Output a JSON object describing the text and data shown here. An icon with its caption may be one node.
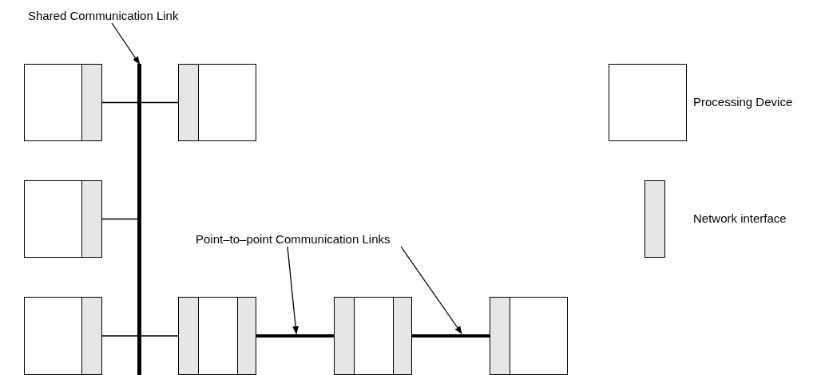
{
  "diagram": {
    "nodes": [
      {
        "text": [
          "Shared Communication Link"
        ]
      },
      {
        "text": [],
        "shape": "bar"
      },
      {
        "text": [],
        "shape": "box"
      },
      {
        "text": [],
        "shape": "bar",
        "in": 2
      },
      {
        "text": [],
        "shape": "box"
      },
      {
        "text": [],
        "shape": "bar",
        "in": 4
      },
      {
        "text": [],
        "shape": "box"
      },
      {
        "text": [],
        "shape": "bar",
        "in": 6
      },
      {
        "text": [],
        "shape": "box"
      },
      {
        "text": [],
        "shape": "bar",
        "in": 8
      },
      {
        "text": [],
        "shape": "box"
      },
      {
        "text": [],
        "shape": "bar",
        "in": 10
      },
      {
        "text": [],
        "shape": "bar",
        "in": 10
      },
      {
        "text": [],
        "shape": "box"
      },
      {
        "text": [],
        "shape": "bar",
        "in": 13
      },
      {
        "text": [],
        "shape": "bar",
        "in": 13
      },
      {
        "text": [],
        "shape": "box"
      },
      {
        "text": [],
        "shape": "bar",
        "in": 16
      },
      {
        "text": [
          "Point–to–point Communication Links"
        ]
      }
    ],
    "edges": [
      {
        "from": 0,
        "to": 1,
        "arrow": "to"
      },
      {
        "from": 3,
        "to": 1,
        "arrow": "none"
      },
      {
        "from": 1,
        "to": 5,
        "arrow": "none"
      },
      {
        "from": 7,
        "to": 1,
        "arrow": "none"
      },
      {
        "from": 9,
        "to": 1,
        "arrow": "none"
      },
      {
        "from": 1,
        "to": 11,
        "arrow": "none"
      },
      {
        "from": 12,
        "to": 14,
        "arrow": "none",
        "style": "thick"
      },
      {
        "from": 15,
        "to": 17,
        "arrow": "none",
        "style": "thick"
      },
      {
        "from": 18,
        "to": null,
        "arrow": "to"
      },
      {
        "from": 18,
        "to": null,
        "arrow": "to"
      }
    ],
    "legend": [
      {
        "text": "Processing Device"
      },
      {
        "text": "Network interface"
      }
    ]
  }
}
